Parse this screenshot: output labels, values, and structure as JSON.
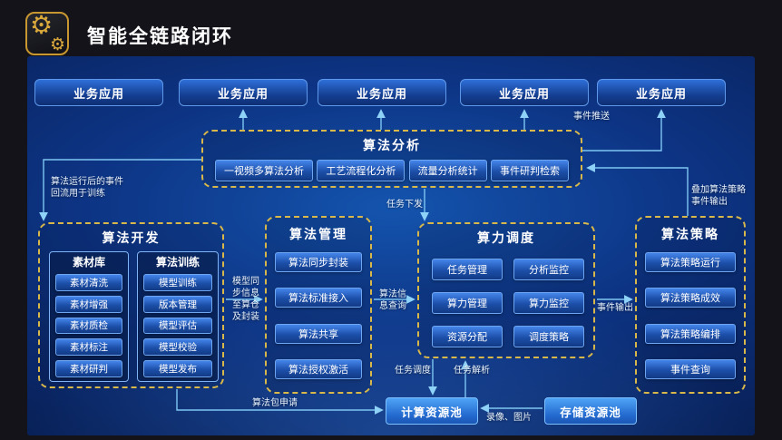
{
  "header": {
    "title": "智能全链路闭环"
  },
  "app_row": {
    "items": [
      "业务应用",
      "业务应用",
      "业务应用",
      "业务应用",
      "业务应用"
    ]
  },
  "analysis": {
    "title": "算法分析",
    "items": [
      "一视频多算法分析",
      "工艺流程化分析",
      "流量分析统计",
      "事件研判检索"
    ]
  },
  "development": {
    "title": "算法开发",
    "material": {
      "title": "素材库",
      "items": [
        "素材清洗",
        "素材增强",
        "素材质检",
        "素材标注",
        "素材研判"
      ]
    },
    "training": {
      "title": "算法训练",
      "items": [
        "模型训练",
        "版本管理",
        "模型评估",
        "模型校验",
        "模型发布"
      ]
    }
  },
  "management": {
    "title": "算法管理",
    "items": [
      "算法同步封装",
      "算法标准接入",
      "算法共享",
      "算法授权激活"
    ]
  },
  "scheduling": {
    "title": "算力调度",
    "items": [
      "任务管理",
      "分析监控",
      "算力管理",
      "算力监控",
      "资源分配",
      "调度策略"
    ]
  },
  "strategy": {
    "title": "算法策略",
    "items": [
      "算法策略运行",
      "算法策略成效",
      "算法策略编排",
      "事件查询"
    ]
  },
  "resources": {
    "compute": "计算资源池",
    "storage": "存储资源池"
  },
  "flow_labels": {
    "event_push": "事件推送",
    "event_backflow": "算法运行后的事件\n回流用于训练",
    "task_dispatch": "任务下发",
    "model_sync": "模型同\n步信息\n至算仓\n及封装",
    "algo_info_query": "算法信\n息查询",
    "strategy_overlay": "叠加算法策略\n事件输出",
    "event_output": "事件输出",
    "task_schedule": "任务调度",
    "task_parse": "任务解析",
    "package_apply": "算法包申请",
    "media": "录像、图片"
  },
  "colors": {
    "accent_gold": "#d8b84a",
    "connector_blue": "#7ec6f2",
    "panel_deep_blue": "#0d3484",
    "node_blue": "#2b6ad0"
  }
}
